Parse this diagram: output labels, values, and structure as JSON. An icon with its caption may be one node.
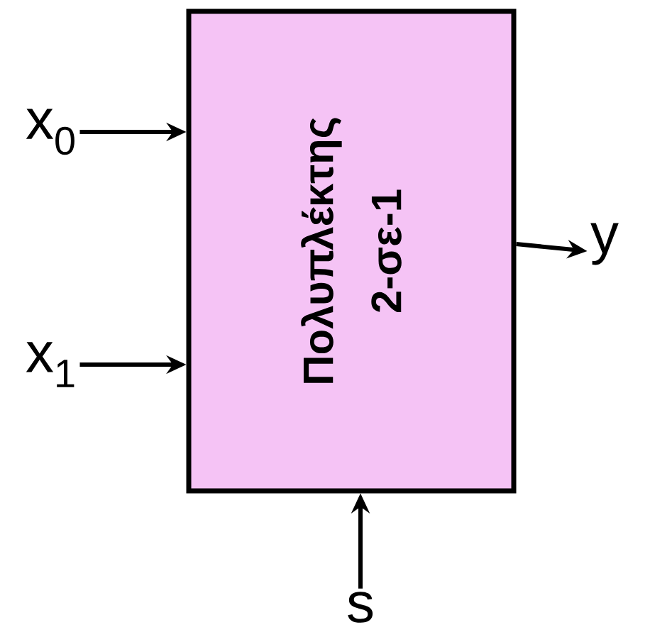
{
  "diagram": {
    "nodes": [
      {
        "text": [
          "Πολυπλέκτης",
          "2-σε-1"
        ]
      },
      {
        "text": [
          "x$_{0}$"
        ]
      },
      {
        "text": [
          "x$_{1}$"
        ]
      },
      {
        "text": [
          "y"
        ]
      },
      {
        "text": [
          "s"
        ]
      }
    ],
    "edges": [
      {
        "from": 1,
        "to": 0,
        "arrow": "to"
      },
      {
        "from": 2,
        "to": 0,
        "arrow": "to"
      },
      {
        "from": 0,
        "to": 3,
        "arrow": "to"
      },
      {
        "from": 4,
        "to": 0,
        "arrow": "to"
      }
    ]
  }
}
